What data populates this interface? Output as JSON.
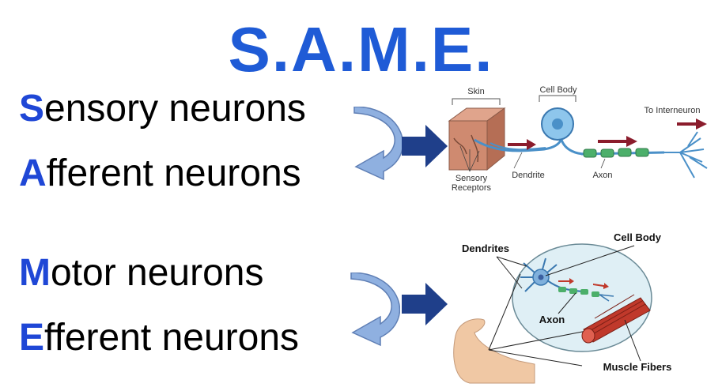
{
  "title": "S.A.M.E.",
  "terms": [
    {
      "initial": "S",
      "rest": "ensory neurons"
    },
    {
      "initial": "A",
      "rest": "fferent neurons"
    },
    {
      "initial": "M",
      "rest": "otor neurons"
    },
    {
      "initial": "E",
      "rest": "fferent neurons"
    }
  ],
  "sensory_diagram": {
    "skin": "Skin",
    "cell_body": "Cell Body",
    "to_interneuron": "To Interneuron",
    "sensory_receptors_1": "Sensory",
    "sensory_receptors_2": "Receptors",
    "dendrite": "Dendrite",
    "axon": "Axon"
  },
  "motor_diagram": {
    "dendrites": "Dendrites",
    "cell_body": "Cell Body",
    "axon": "Axon",
    "muscle_fibers": "Muscle Fibers"
  },
  "colors": {
    "title": "#1f5bd6",
    "initial": "#1f47d6",
    "curved_arrow": "#8fb0e0",
    "block_arrow": "#1f3f8a",
    "signal_arrow": "#8b1c2c",
    "myelin": "#4caf6a",
    "muscle": "#c0392b"
  }
}
